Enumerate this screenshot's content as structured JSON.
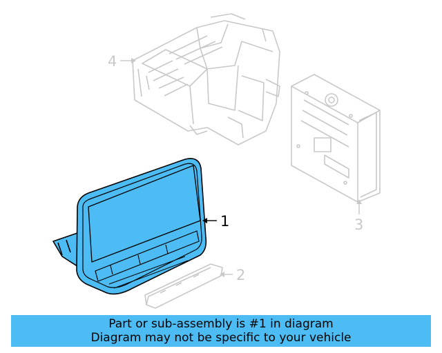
{
  "diagram": {
    "callouts": [
      {
        "id": "1",
        "label": "1",
        "highlighted": true
      },
      {
        "id": "2",
        "label": "2",
        "highlighted": false
      },
      {
        "id": "3",
        "label": "3",
        "highlighted": false
      },
      {
        "id": "4",
        "label": "4",
        "highlighted": false
      }
    ],
    "colors": {
      "highlight_fill": "#4dbcf4",
      "highlight_stroke": "#000000",
      "ghost_stroke": "#c8c8c8",
      "banner_bg": "#4dbcf4"
    }
  },
  "banner": {
    "line1": "Part or sub-assembly is #1 in diagram",
    "line2": "Diagram may not be specific to your vehicle"
  }
}
